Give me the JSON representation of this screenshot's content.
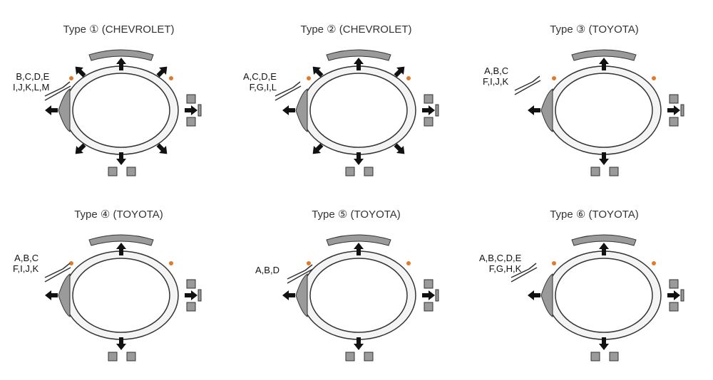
{
  "types": [
    {
      "title": "Type ① (CHEVROLET)",
      "cut_lines": [
        "B,C,D,E",
        "I,J,K,L,M"
      ],
      "brand": "CHEVROLET"
    },
    {
      "title": "Type ② (CHEVROLET)",
      "cut_lines": [
        "A,C,D,E",
        "F,G,I,L"
      ],
      "brand": "CHEVROLET"
    },
    {
      "title": "Type ③ (TOYOTA)",
      "cut_lines": [
        "A,B,C",
        "F,I,J,K"
      ],
      "brand": "TOYOTA"
    },
    {
      "title": "Type ④ (TOYOTA)",
      "cut_lines": [
        "A,B,C",
        "F,I,J,K"
      ],
      "brand": "TOYOTA"
    },
    {
      "title": "Type ⑤ (TOYOTA)",
      "cut_lines": [
        "A,B,D"
      ],
      "brand": "TOYOTA"
    },
    {
      "title": "Type ⑥ (TOYOTA)",
      "cut_lines": [
        "A,B,C,D,E",
        "F,G,H,K"
      ],
      "brand": "TOYOTA"
    }
  ],
  "colors": {
    "line": "#333333",
    "part": "#9a9a9a",
    "marker": "#e07a2a"
  }
}
